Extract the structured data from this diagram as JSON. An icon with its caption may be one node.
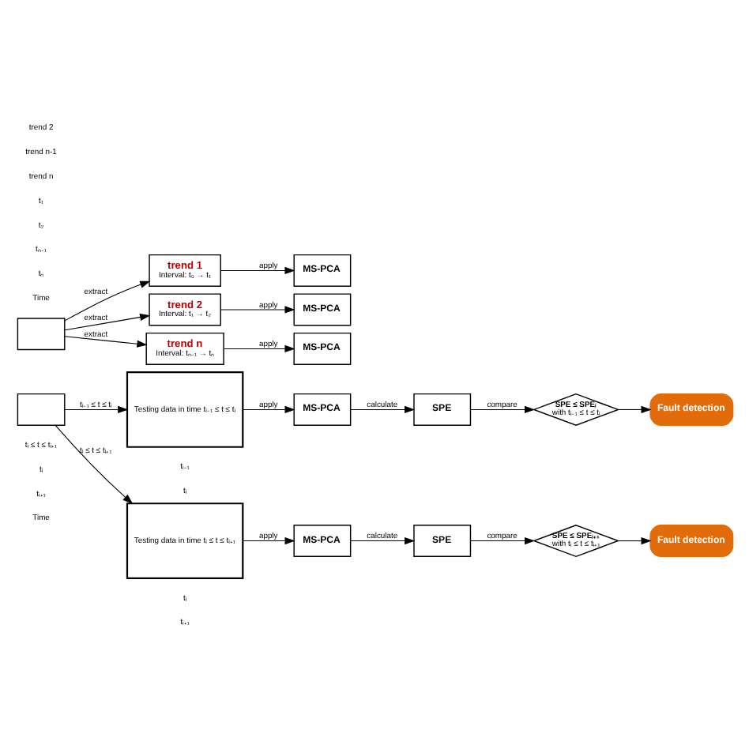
{
  "diagram": {
    "nodes": [
      {
        "text": [],
        "shape": "box"
      },
      {
        "text": [
          "trend 1",
          "Interval: t₀ → t₁"
        ]
      },
      {
        "text": [
          "trend 2",
          "Interval: t₁ → t₂"
        ]
      },
      {
        "text": [
          "trend n",
          "Interval: tₙ₋₁ → tₙ"
        ]
      },
      {
        "text": [
          "MS-PCA"
        ]
      },
      {
        "text": [
          "MS-PCA"
        ]
      },
      {
        "text": [
          "MS-PCA"
        ]
      },
      {
        "text": [],
        "shape": "box"
      },
      {
        "text": [
          "Testing data in time tᵢ₋₁ ≤ t ≤ tᵢ"
        ]
      },
      {
        "text": [
          "Testing data in time tᵢ ≤ t ≤ tᵢ₊₁"
        ]
      },
      {
        "text": [
          "MS-PCA"
        ]
      },
      {
        "text": [
          "SPE"
        ]
      },
      {
        "text": [
          "SPE ≤ SPEᵢ",
          "with tᵢ₋₁ ≤ t ≤ tᵢ"
        ]
      },
      {
        "text": [
          "Fault detection"
        ]
      },
      {
        "text": [
          "MS-PCA"
        ]
      },
      {
        "text": [
          "SPE"
        ]
      },
      {
        "text": [
          "SPE ≤ SPEᵢ₊₁",
          "with tᵢ ≤ t ≤ tᵢ₊₁"
        ]
      },
      {
        "text": [
          "Fault detection"
        ]
      }
    ],
    "edges": [
      {
        "from": 0,
        "to": 1,
        "arrow": "to",
        "label": "extract"
      },
      {
        "from": 0,
        "to": 2,
        "arrow": "to",
        "label": "extract"
      },
      {
        "from": 0,
        "to": 3,
        "arrow": "to",
        "label": "extract"
      },
      {
        "from": 1,
        "to": 4,
        "arrow": "to",
        "label": "apply"
      },
      {
        "from": 2,
        "to": 5,
        "arrow": "to",
        "label": "apply"
      },
      {
        "from": 3,
        "to": 6,
        "arrow": "to",
        "label": "apply"
      },
      {
        "from": 7,
        "to": 8,
        "arrow": "to",
        "label": "tᵢ₋₁ ≤ t ≤ tᵢ"
      },
      {
        "from": 7,
        "to": 9,
        "arrow": "to",
        "label": "tᵢ ≤ t ≤ tᵢ₊₁"
      },
      {
        "from": 8,
        "to": 10,
        "arrow": "to",
        "label": "apply"
      },
      {
        "from": 10,
        "to": 11,
        "arrow": "to",
        "label": "calculate"
      },
      {
        "from": 11,
        "to": 12,
        "arrow": "to",
        "label": "compare"
      },
      {
        "from": 12,
        "to": 13,
        "arrow": "to"
      },
      {
        "from": 9,
        "to": 14,
        "arrow": "to",
        "label": "apply"
      },
      {
        "from": 14,
        "to": 15,
        "arrow": "to",
        "label": "calculate"
      },
      {
        "from": 15,
        "to": 16,
        "arrow": "to",
        "label": "compare"
      },
      {
        "from": 16,
        "to": 17,
        "arrow": "to"
      }
    ],
    "labels": [
      "trend 2",
      "trend n-1",
      "trend n",
      "t₁",
      "t₂",
      "tₙ₋₁",
      "tₙ",
      "Time",
      "tᵢ ≤ t ≤ tᵢ₊₁",
      "tᵢ",
      "tᵢ₊₁",
      "Time",
      "tᵢ₋₁",
      "tᵢ",
      "tᵢ",
      "tᵢ₊₁"
    ]
  }
}
